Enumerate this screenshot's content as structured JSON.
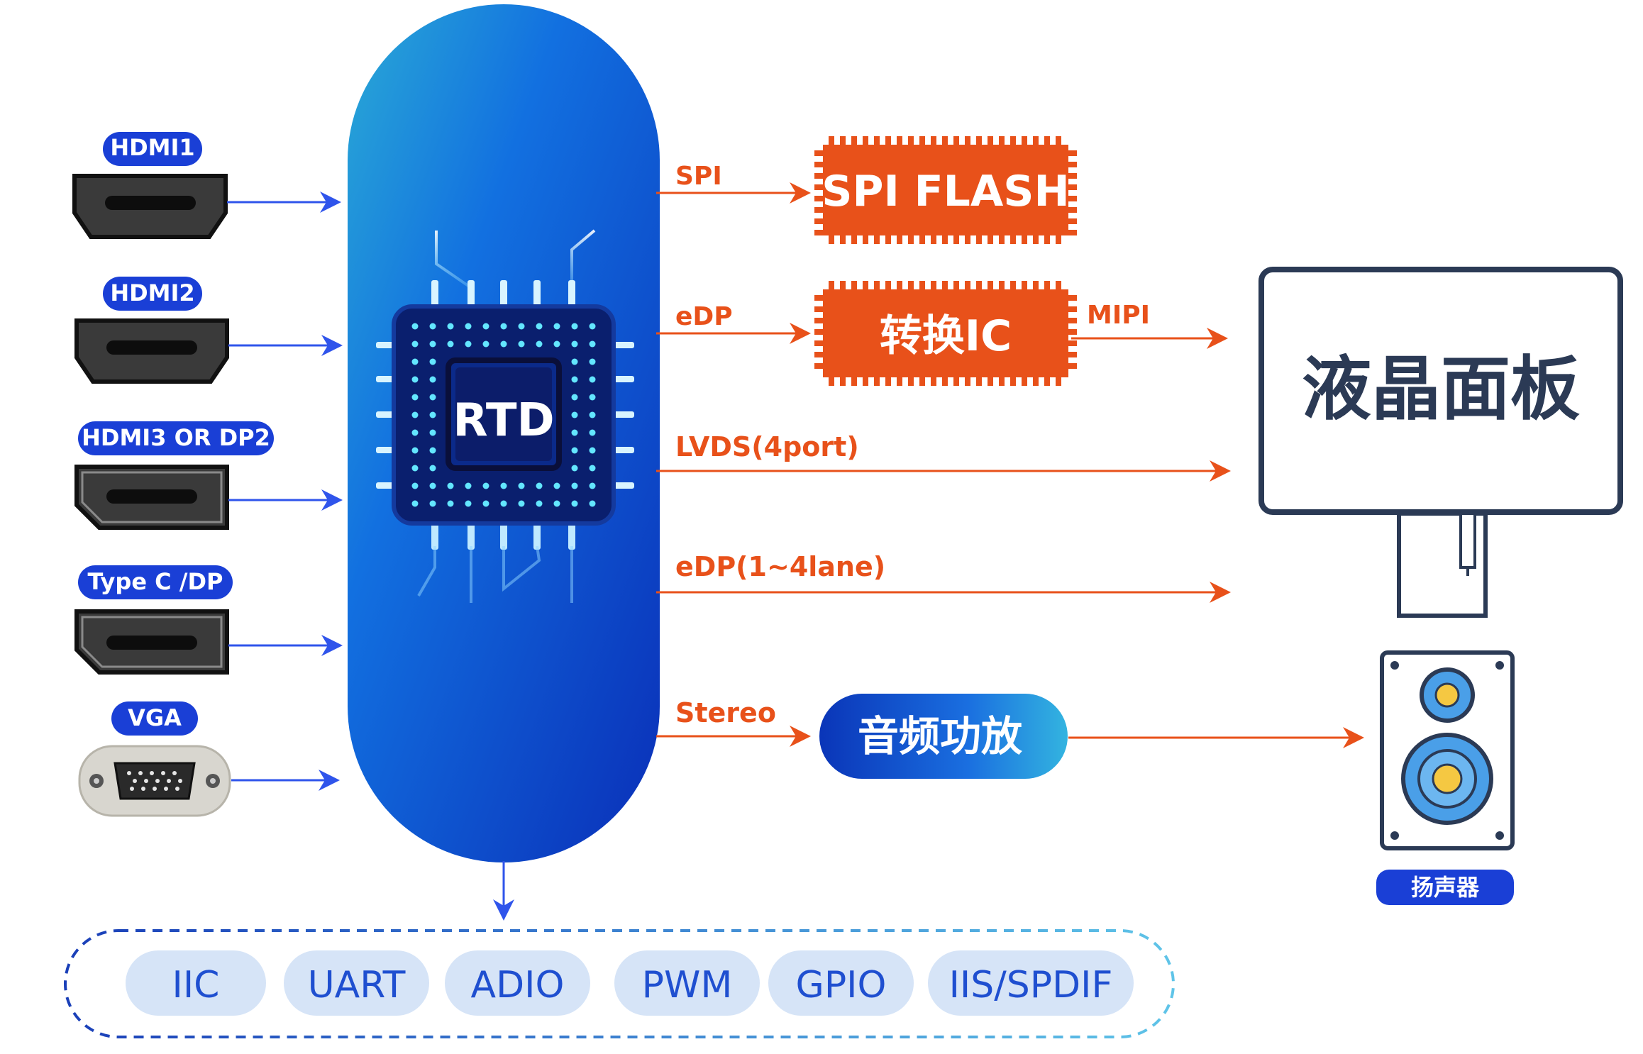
{
  "inputs": [
    {
      "label": "HDMI1",
      "type": "hdmi"
    },
    {
      "label": "HDMI2",
      "type": "hdmi"
    },
    {
      "label": "HDMI3 OR DP2",
      "type": "dp"
    },
    {
      "label": "Type C /DP",
      "type": "dp"
    },
    {
      "label": "VGA",
      "type": "vga"
    }
  ],
  "chip": {
    "label": "RTD"
  },
  "outputs": {
    "spi": {
      "signal": "SPI",
      "target": "SPI FLASH"
    },
    "edp": {
      "signal": "eDP",
      "target": "转换IC",
      "next_signal": "MIPI"
    },
    "lvds": {
      "signal": "LVDS(4port)"
    },
    "edp_lanes": {
      "signal": "eDP(1~4lane)"
    },
    "stereo": {
      "signal": "Stereo",
      "target": "音频功放"
    }
  },
  "panel": {
    "label": "液晶面板"
  },
  "speaker": {
    "label": "扬声器"
  },
  "peripherals": [
    "IIC",
    "UART",
    "ADIO",
    "PWM",
    "GPIO",
    "IIS/SPDIF"
  ],
  "colors": {
    "blue_arrow": "#2f54eb",
    "orange": "#e8511a",
    "chip_dark": "#0a1f6e",
    "pill_bg": "#d6e4f7",
    "pill_text": "#1f4fd0",
    "panel_text": "#2b3a55",
    "badge": "#1a3fd6"
  },
  "icons": {
    "hdmi": "hdmi-port-icon",
    "dp": "displayport-icon",
    "vga": "vga-port-icon",
    "chip": "chip-icon",
    "monitor": "monitor-icon",
    "speaker": "speaker-icon"
  }
}
